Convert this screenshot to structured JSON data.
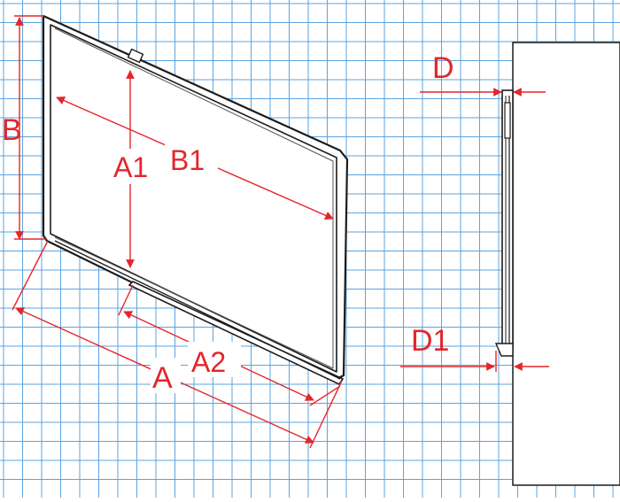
{
  "colors": {
    "grid": "#5ea3dd",
    "background": "#ffffff",
    "board_frame": "#1c1c1c",
    "dimension": "#e3262b"
  },
  "labels": {
    "a": "A",
    "a1": "A1",
    "a2": "A2",
    "b": "B",
    "b1": "B1",
    "d": "D",
    "d1": "D1"
  }
}
